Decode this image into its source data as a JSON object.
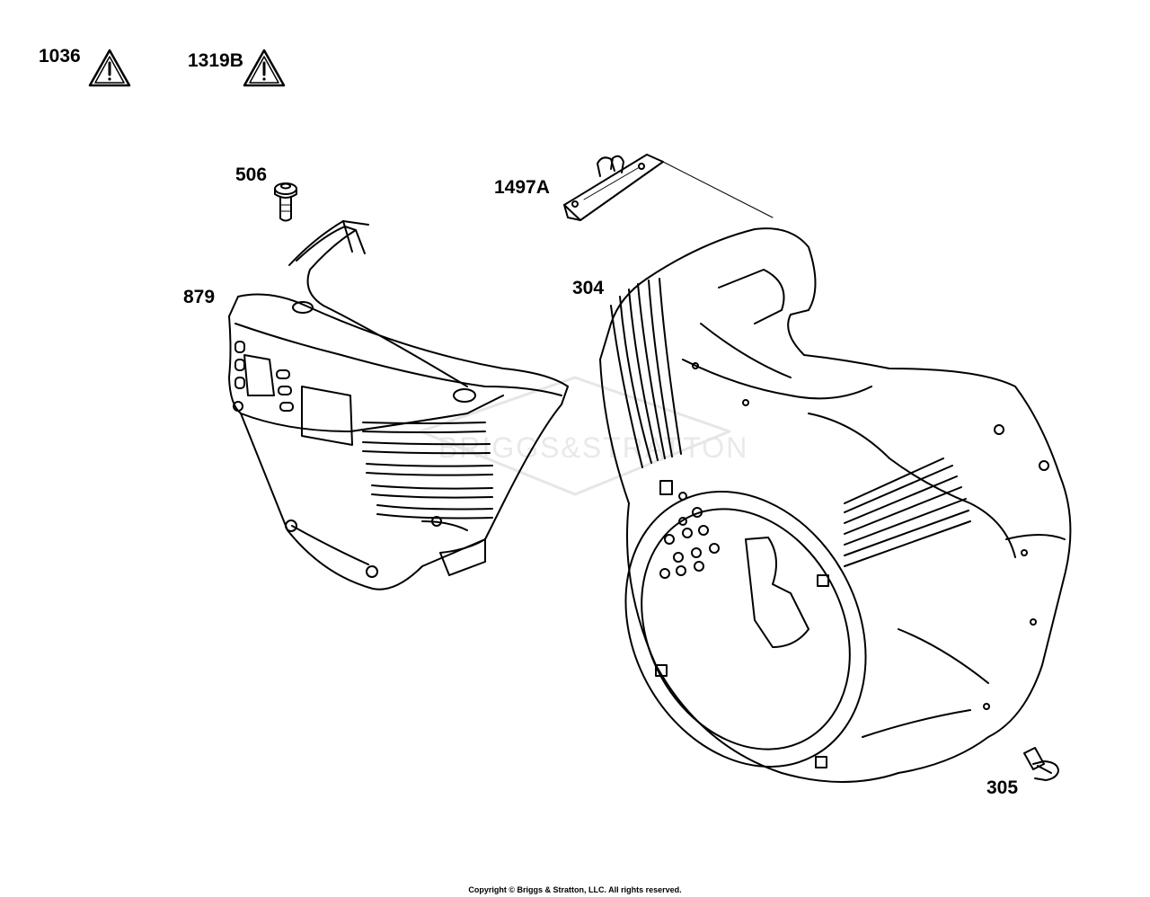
{
  "labels": {
    "warning_1": "1036",
    "warning_2": "1319B",
    "screw_506": "506",
    "bracket_1497A": "1497A",
    "cover_879": "879",
    "housing_304": "304",
    "bolt_305": "305"
  },
  "watermark": "BRIGGS&STRATTON",
  "copyright": "Copyright © Briggs & Stratton, LLC. All rights reserved.",
  "colors": {
    "line": "#000000",
    "watermark": "#e6e6e6"
  },
  "icons": [
    "warning-triangle-icon",
    "warning-triangle-icon"
  ]
}
